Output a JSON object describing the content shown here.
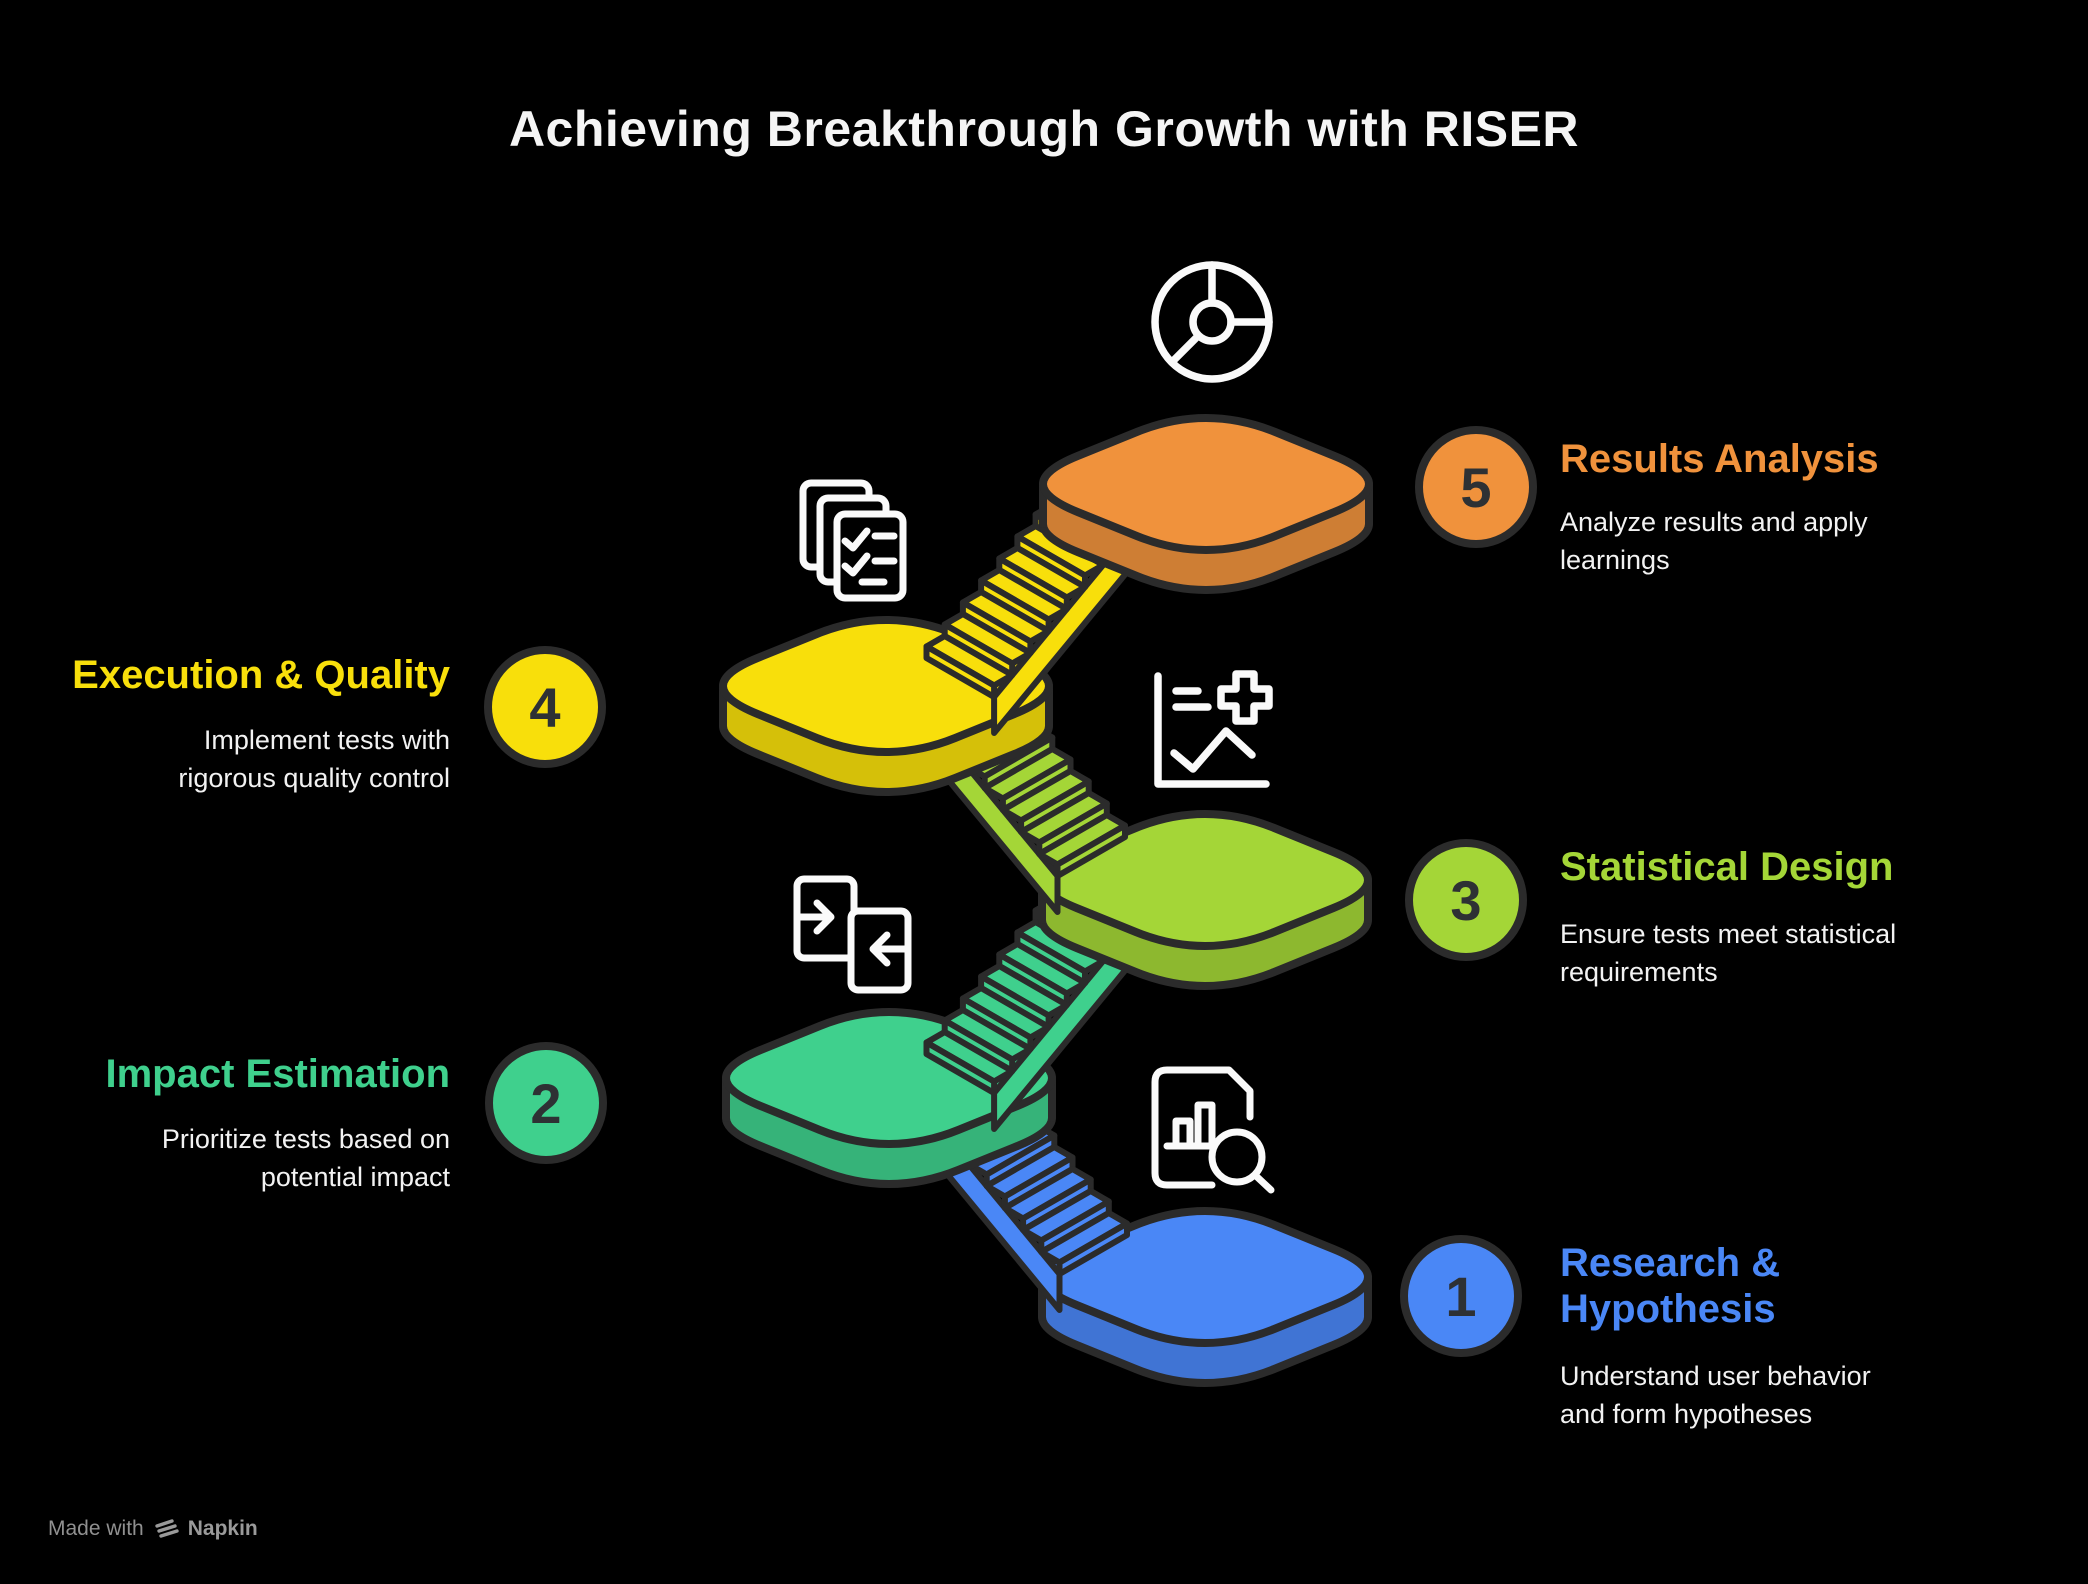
{
  "title": "Achieving Breakthrough Growth with RISER",
  "steps": [
    {
      "number": "1",
      "title": "Research & Hypothesis",
      "description": "Understand user behavior and form hypotheses",
      "color": "#4A87F6",
      "icon": "document-search-icon"
    },
    {
      "number": "2",
      "title": "Impact Estimation",
      "description": "Prioritize tests based on potential impact",
      "color": "#3FD08D",
      "icon": "swap-arrows-icon"
    },
    {
      "number": "3",
      "title": "Statistical Design",
      "description": "Ensure tests meet statistical requirements",
      "color": "#A4D637",
      "icon": "stats-chart-icon"
    },
    {
      "number": "4",
      "title": "Execution & Quality",
      "description": "Implement tests with rigorous quality control",
      "color": "#F8DF0B",
      "icon": "docs-checklist-icon"
    },
    {
      "number": "5",
      "title": "Results Analysis",
      "description": "Analyze results and apply learnings",
      "color": "#F0923C",
      "icon": "pie-chart-icon"
    }
  ],
  "footer": {
    "made_with": "Made with",
    "brand": "Napkin"
  },
  "colors": {
    "background": "#000000",
    "outline": "#2B2B2B",
    "icon_stroke": "#FAFAFA",
    "text_primary": "#F2F2F2",
    "number_text": "#2E3134"
  }
}
